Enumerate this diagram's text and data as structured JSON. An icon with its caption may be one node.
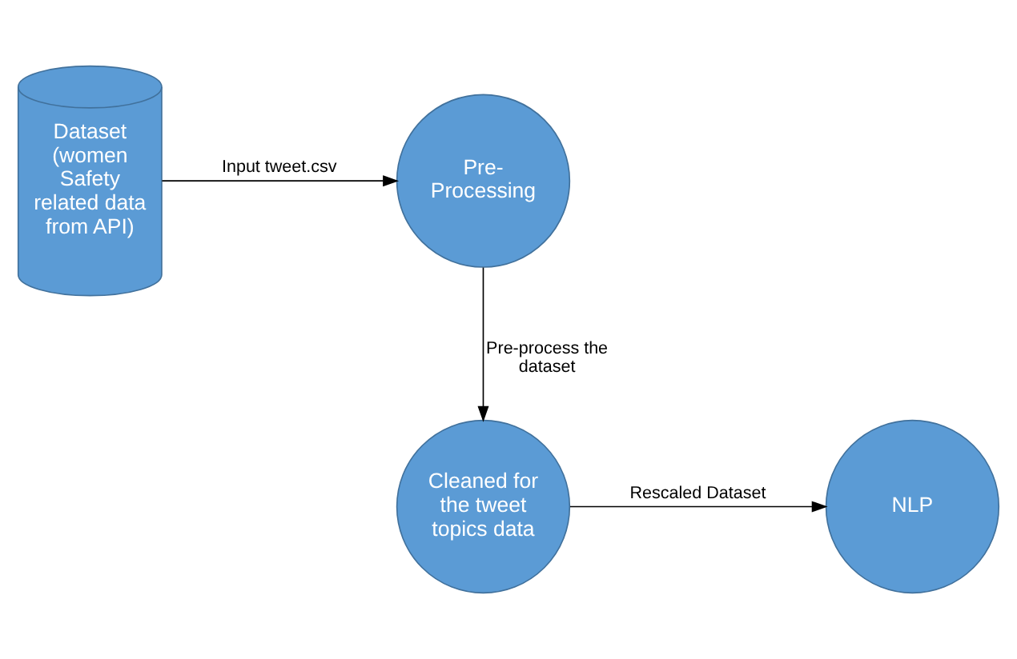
{
  "diagram": {
    "nodes": [
      {
        "text": [
          "Pre-Processing"
        ]
      },
      {
        "text": [
          "Dataset (women Safety related data from API)"
        ]
      },
      {
        "text": [
          "Cleaned for the tweet topics data"
        ]
      },
      {
        "text": [
          "NLP"
        ]
      }
    ],
    "edges": [
      {
        "from": 1,
        "to": 0,
        "arrow": "to",
        "label": "Input tweet.csv"
      },
      {
        "from": 0,
        "to": 2,
        "arrow": "to",
        "label": "Pre-process the dataset"
      },
      {
        "from": 2,
        "to": 3,
        "arrow": "to",
        "label": "Rescaled Dataset"
      }
    ]
  }
}
